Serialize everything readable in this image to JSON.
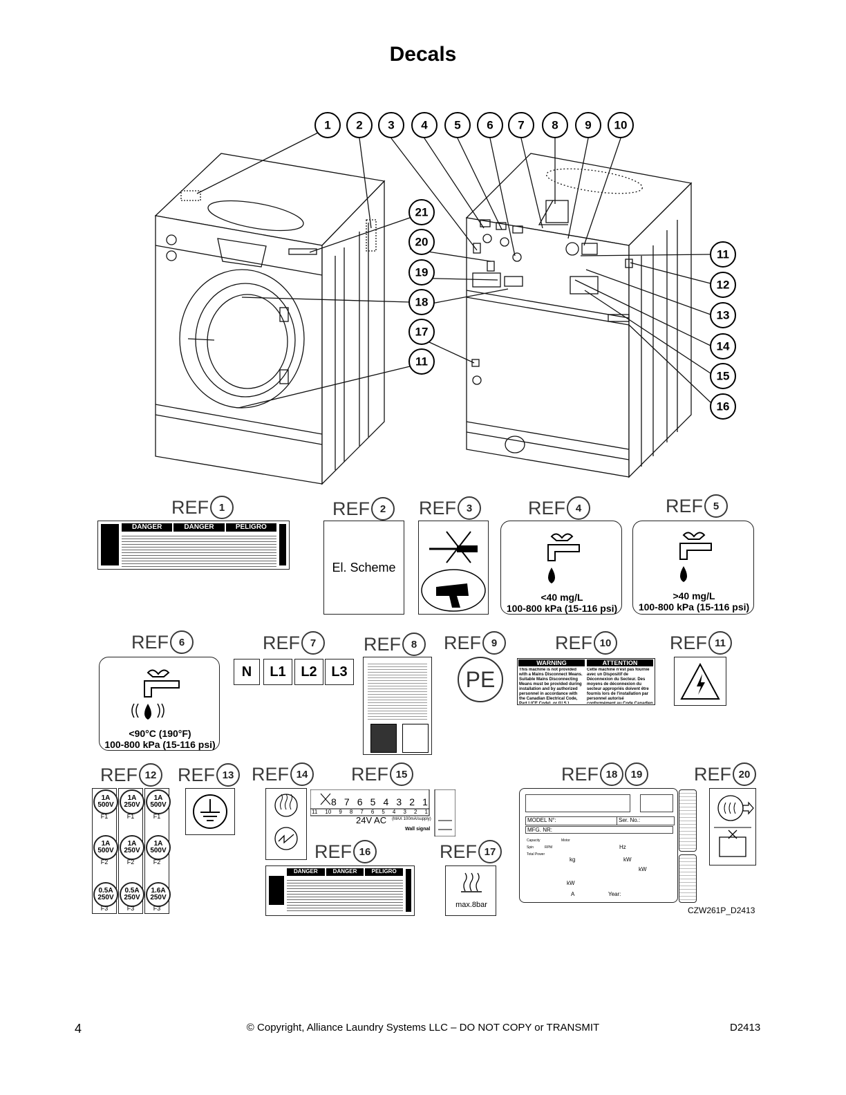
{
  "page": {
    "title": "Decals",
    "page_number": "4",
    "copyright": "© Copyright, Alliance Laundry Systems LLC – DO NOT COPY or TRANSMIT",
    "doc_code": "D2413",
    "figure_code": "CZW261P_D2413"
  },
  "callouts": [
    "1",
    "2",
    "3",
    "4",
    "5",
    "6",
    "7",
    "8",
    "9",
    "10",
    "11",
    "12",
    "13",
    "14",
    "15",
    "16",
    "17",
    "18",
    "19",
    "20",
    "21",
    "11"
  ],
  "ref_label": "REF",
  "refs": [
    "1",
    "2",
    "3",
    "4",
    "5",
    "6",
    "7",
    "8",
    "9",
    "10",
    "11",
    "12",
    "13",
    "14",
    "15",
    "16",
    "17",
    "18",
    "19",
    "20"
  ],
  "decals": {
    "danger": {
      "en": "DANGER",
      "fr": "DANGER",
      "es": "PELIGRO"
    },
    "el_scheme": "El. Scheme",
    "water_soft": {
      "line1": "<40 mg/L",
      "line2": "100-800 kPa (15-116 psi)"
    },
    "water_hard": {
      "line1": ">40 mg/L",
      "line2": "100-800 kPa (15-116 psi)"
    },
    "water_hot": {
      "line1": "<90°C (190°F)",
      "line2": "100-800 kPa (15-116 psi)"
    },
    "terminals": [
      "N",
      "L1",
      "L2",
      "L3"
    ],
    "pe": "PE",
    "warning": {
      "en_head": "WARNING",
      "fr_head": "ATTENTION",
      "en_text": "This machine is not provided with a Mains Disconnect Means. Suitable Mains Disconnecting Means must be provided during installation and by authorized personnel in accordance with the Canadian Electrical Code, Part I (CE Code), or (U.S.) National Electrical Code (NEC).",
      "fr_text": "Cette machine n'est pas fournie avec un Dispositif de Déconnexion du Secteur. Des moyens de déconnexion du secteur appropriés doivent être fournis lors de l'installation par personnel autorisé conformément au Code Canadien de l'électricité, Partie I (Code CE), ou (USA) Code national de l'électricité (NEC)."
    },
    "fuses": [
      {
        "amp": "1A",
        "volt": "500V",
        "label": "F1"
      },
      {
        "amp": "1A",
        "volt": "250V",
        "label": "F1"
      },
      {
        "amp": "1A",
        "volt": "500V",
        "label": "F1"
      },
      {
        "amp": "1A",
        "volt": "500V",
        "label": "F2"
      },
      {
        "amp": "1A",
        "volt": "250V",
        "label": "F2"
      },
      {
        "amp": "1A",
        "volt": "500V",
        "label": "F2"
      },
      {
        "amp": "0.5A",
        "volt": "250V",
        "label": "F3"
      },
      {
        "amp": "0.5A",
        "volt": "250V",
        "label": "F3"
      },
      {
        "amp": "1.6A",
        "volt": "250V",
        "label": "F3"
      }
    ],
    "signal": {
      "top_nums": [
        "8",
        "7",
        "6",
        "5",
        "4",
        "3",
        "2",
        "1"
      ],
      "bottom_nums": [
        "11",
        "10",
        "9",
        "8",
        "7",
        "6",
        "5",
        "4",
        "3",
        "2",
        "1"
      ],
      "voltage": "24V AC",
      "max": "(MAX 100mA/supply)",
      "wall": "Wall signal"
    },
    "pressure": "max.8bar",
    "nameplate": {
      "model": "MODEL N°:",
      "serial": "Ser. No.:",
      "mfg": "MFG. NR:",
      "capacity": "Capacity",
      "motor": "Motor",
      "spin": "Spin",
      "rpm": "RPM",
      "total_power": "Total Power",
      "hz": "Hz",
      "kg": "kg",
      "kw": "kW",
      "a": "A",
      "year": "Year:"
    }
  }
}
